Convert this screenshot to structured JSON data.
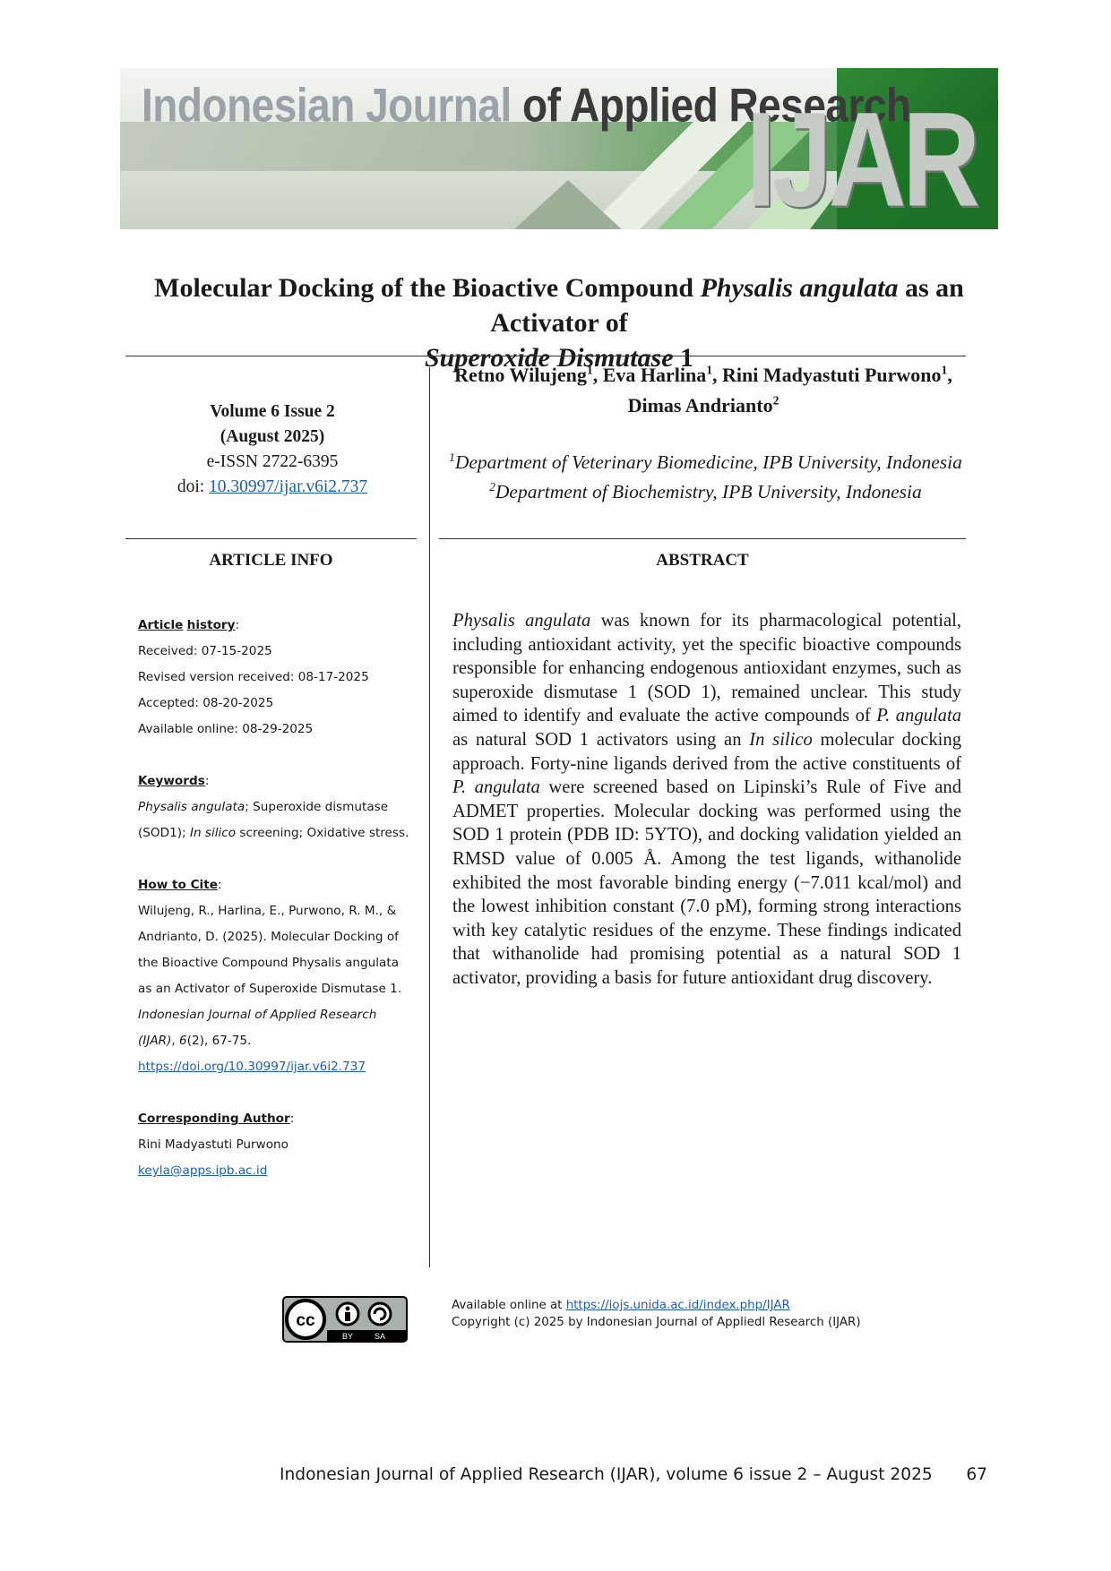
{
  "banner": {
    "title_part1": "Indonesian Journal ",
    "title_part2": "of Applied Research",
    "logo": "IJAR",
    "colors": {
      "green": "#1f7a2c",
      "light_green": "#7fbf7a",
      "grey": "#9aa3a8"
    }
  },
  "title": {
    "t1": "Molecular Docking of the Bioactive Compound ",
    "t2": "Physalis angulata",
    "t3": " as an Activator of ",
    "t4": "Superoxide Dismutase",
    "t5": " 1"
  },
  "issue": {
    "volume": "Volume 6 Issue 2",
    "date": "(August 2025)",
    "eissn": "e-ISSN 2722-6395",
    "doi_label": "doi: ",
    "doi": "10.30997/ijar.v6i2.737"
  },
  "authors": {
    "a1": "Retno Wilujeng",
    "a2": ", Eva Harlina",
    "a3": ", Rini Madyastuti Purwono",
    "a4": ", Dimas Andrianto",
    "s1": "1",
    "s2": "1",
    "s3": "1",
    "s4": "2"
  },
  "affiliations": {
    "sup1": "1",
    "aff1": "Department of Veterinary Biomedicine, IPB University, Indonesia",
    "sup2": "2",
    "aff2": "Department of Biochemistry, IPB University, Indonesia"
  },
  "article_info": {
    "heading": "ARTICLE INFO",
    "history_label_1": "Article",
    "history_label_2": "history",
    "history_colon": ":",
    "received": "Received: 07-15-2025",
    "revised": "Revised version received: 08-17-2025",
    "accepted": "Accepted: 08-20-2025",
    "online": "Available online: 08-29-2025",
    "keywords_label": "Keywords",
    "kw_italic1": "Physalis angulata",
    "kw_text1": "; Superoxide dismutase (SOD1); ",
    "kw_italic2": "In silico",
    "kw_text2": " screening; Oxidative stress.",
    "cite_label": "How to Cite",
    "cite_text": "Wilujeng, R., Harlina, E., Purwono, R. M., & Andrianto, D. (2025). Molecular Docking of the Bioactive Compound Physalis angulata as an Activator of Superoxide Dismutase 1. ",
    "cite_journal": "Indonesian Journal of Applied Research (IJAR)",
    "cite_vol": ", ",
    "cite_vol_i": "6",
    "cite_pages": "(2), 67-75.",
    "cite_url": "https://doi.org/10.30997/ijar.v6i2.737",
    "corr_label": "Corresponding Author",
    "corr_name": "Rini Madyastuti Purwono",
    "corr_email": "keyla@apps.ipb.ac.id"
  },
  "abstract": {
    "heading": "ABSTRACT",
    "i1": "Physalis angulata",
    "p1": " was known for its pharmacological potential, including antioxidant activity, yet the specific bioactive compounds responsible for enhancing endogenous antioxidant enzymes, such as superoxide dismutase 1 (SOD 1), remained unclear. This study aimed to identify and evaluate the active compounds of ",
    "i2": "P. angulata",
    "p2": " as natural SOD 1 activators using an ",
    "i3": "In silico",
    "p3": " molecular docking approach. Forty-nine ligands derived from the active constituents of ",
    "i4": "P. angulata",
    "p4": " were screened based on Lipinski’s Rule of Five and ADMET properties. Molecular docking was performed using the SOD 1 protein (PDB ID: 5YTO), and docking validation yielded an RMSD value of 0.005 Å. Among the test ligands, withanolide exhibited the most favorable binding energy (−7.011 kcal/mol) and the lowest inhibition constant (7.0 pM), forming strong interactions with key catalytic residues of the enzyme. These findings indicated that withanolide had promising potential as a natural SOD 1 activator, providing a basis for future antioxidant drug discovery."
  },
  "license": {
    "cc_by": "BY",
    "cc_sa": "SA",
    "available_label": "Available online at ",
    "url": "https://iojs.unida.ac.id/index.php/IJAR",
    "copyright": "Copyright (c) 2025 by Indonesian Journal of Appliedl Research (IJAR)"
  },
  "footer": {
    "text": "Indonesian Journal of Applied Research (IJAR), volume 6 issue 2 – August 2025",
    "page": "67"
  }
}
